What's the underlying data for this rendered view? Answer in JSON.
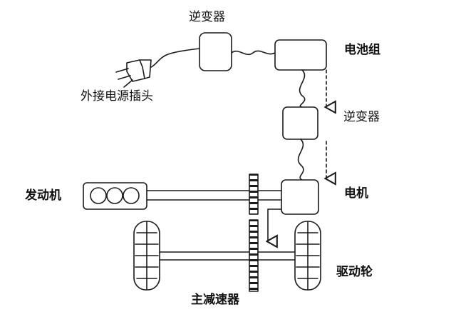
{
  "labels": {
    "inverter_top": "逆变器",
    "battery_pack": "电池组",
    "external_plug": "外接电源插头",
    "inverter_mid": "逆变器",
    "engine": "发动机",
    "motor": "电机",
    "drive_wheel": "驱动轮",
    "final_drive": "主减速器"
  },
  "colors": {
    "line": "#1a1a1a",
    "background": "#ffffff"
  }
}
